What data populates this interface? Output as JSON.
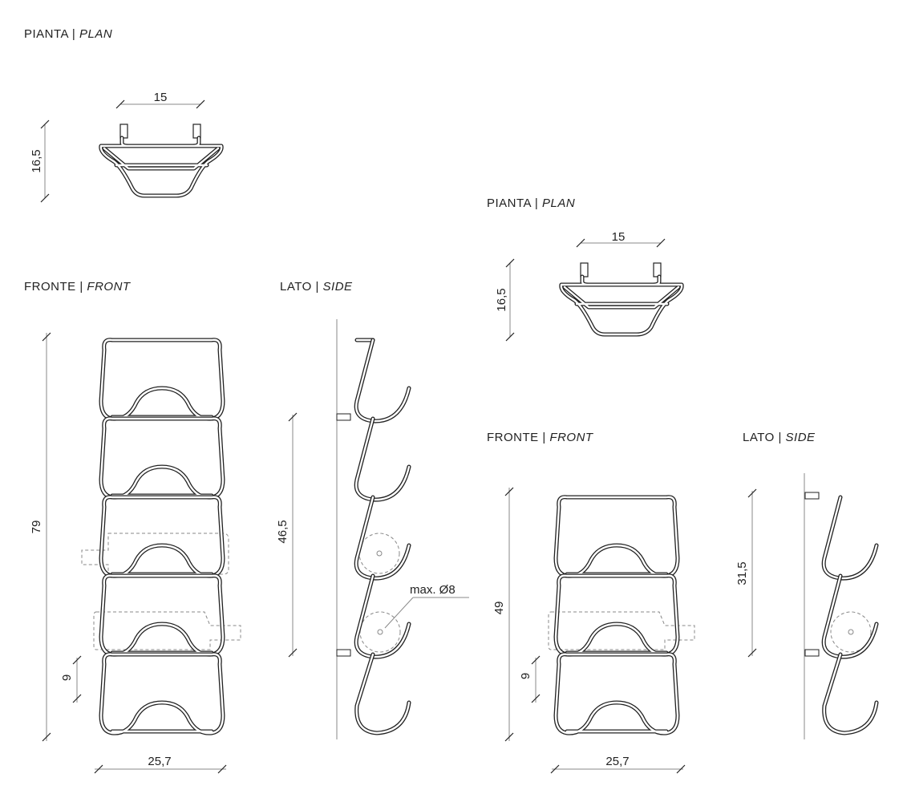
{
  "large": {
    "plan": {
      "label": "PIANTA",
      "label_en": "PLAN",
      "width": "15",
      "depth": "16,5"
    },
    "front": {
      "label": "FRONTE",
      "label_en": "FRONT",
      "height": "79",
      "module": "9",
      "width": "25,7"
    },
    "side": {
      "label": "LATO",
      "label_en": "SIDE",
      "spacing": "46,5",
      "bottle": "max. Ø8"
    }
  },
  "small": {
    "plan": {
      "label": "PIANTA",
      "label_en": "PLAN",
      "width": "15",
      "depth": "16,5"
    },
    "front": {
      "label": "FRONTE",
      "label_en": "FRONT",
      "height": "49",
      "module": "9",
      "width": "25,7"
    },
    "side": {
      "label": "LATO",
      "label_en": "SIDE",
      "spacing": "31,5"
    }
  },
  "separator": "|",
  "colors": {
    "line": "#222222",
    "dimension": "#888888"
  }
}
